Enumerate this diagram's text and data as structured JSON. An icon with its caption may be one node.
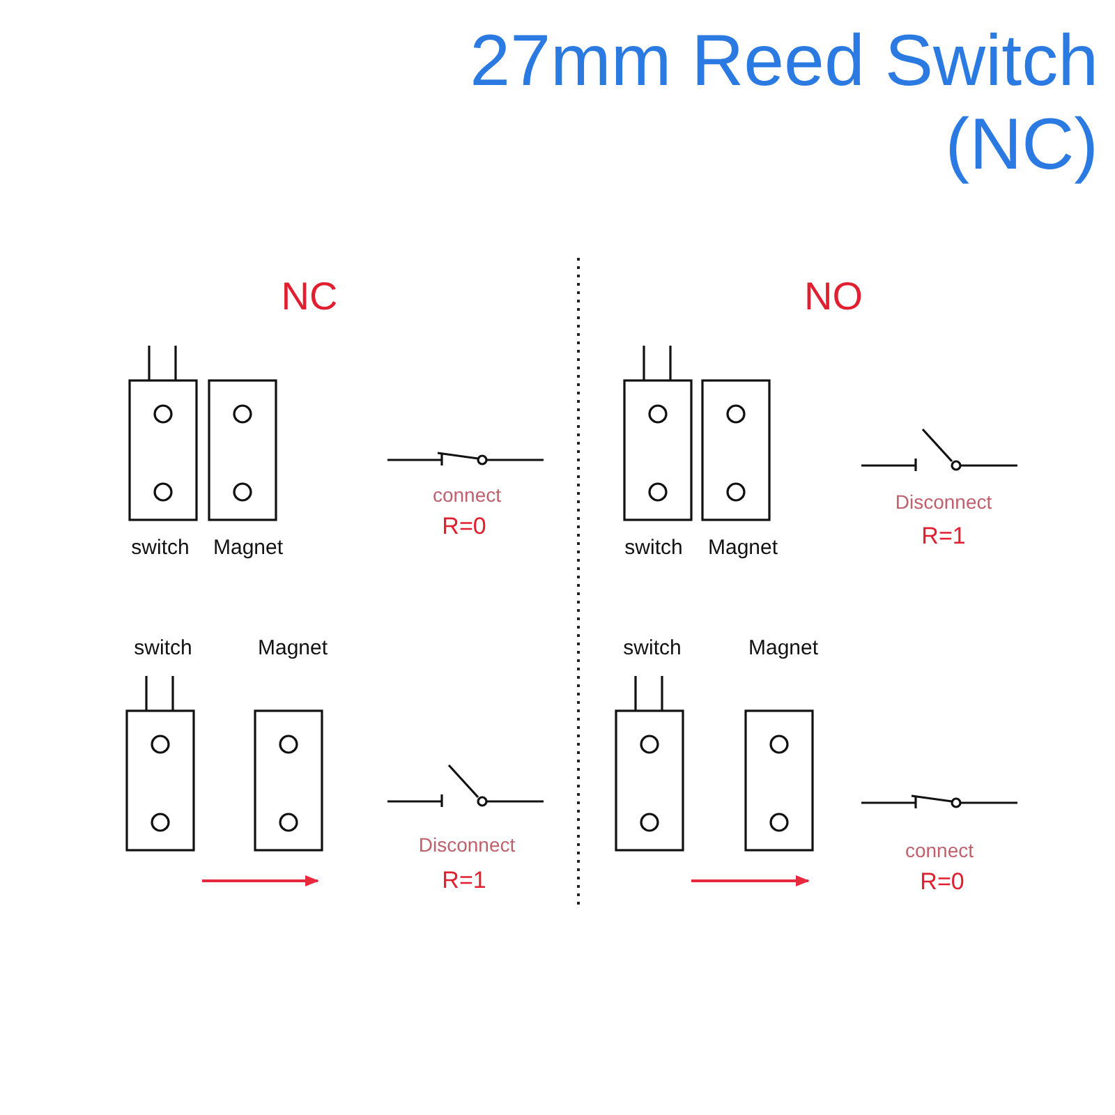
{
  "diagram": {
    "title": "27mm Reed Switch (NC)",
    "labels": [
      "NC",
      "NO",
      "switch",
      "Magnet",
      "connect",
      "R=0",
      "switch",
      "Magnet",
      "Disconnect",
      "R=1",
      "switch",
      "Magnet",
      "Disconnect",
      "R=1",
      "switch",
      "Magnet",
      "connect",
      "R=0"
    ]
  }
}
